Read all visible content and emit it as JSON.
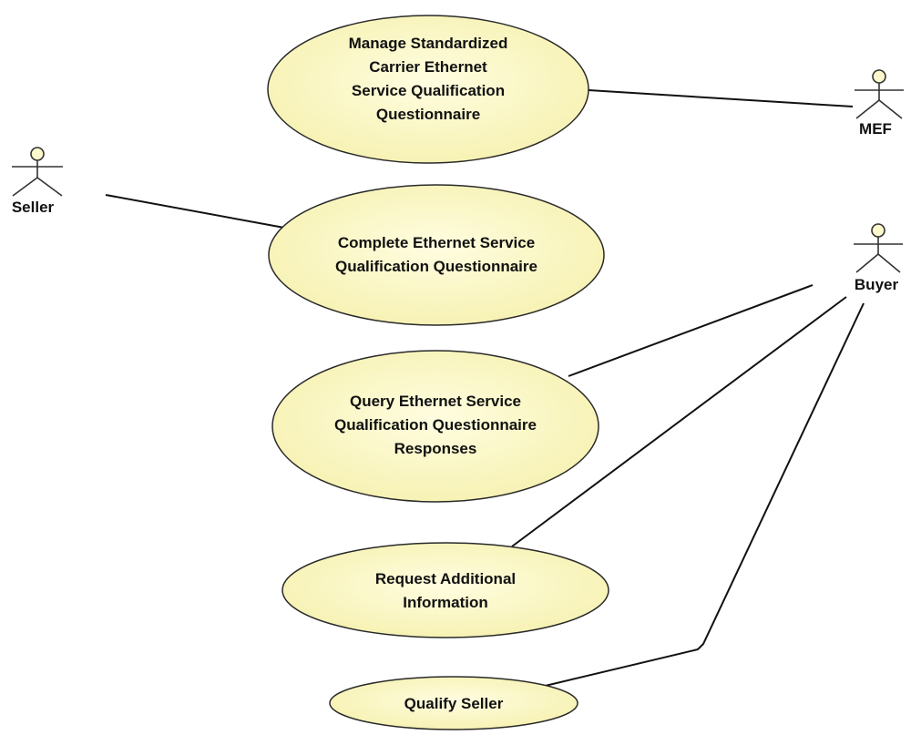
{
  "colors": {
    "usecase_fill": "#fbf8c6",
    "usecase_stroke": "#2a2a2a",
    "actor_head_fill": "#fcf9cc",
    "line": "#111111"
  },
  "actors": {
    "seller": {
      "name": "Seller"
    },
    "mef": {
      "name": "MEF"
    },
    "buyer": {
      "name": "Buyer"
    }
  },
  "use_cases": {
    "manage_questionnaire": {
      "lines": [
        "Manage Standardized",
        "Carrier Ethernet",
        "Service Qualification",
        "Questionnaire"
      ]
    },
    "complete_questionnaire": {
      "lines": [
        "Complete Ethernet Service",
        "Qualification Questionnaire"
      ]
    },
    "query_responses": {
      "lines": [
        "Query Ethernet Service",
        "Qualification Questionnaire",
        "Responses"
      ]
    },
    "request_info": {
      "lines": [
        "Request Additional",
        "Information"
      ]
    },
    "qualify_seller": {
      "lines": [
        "Qualify Seller"
      ]
    }
  }
}
